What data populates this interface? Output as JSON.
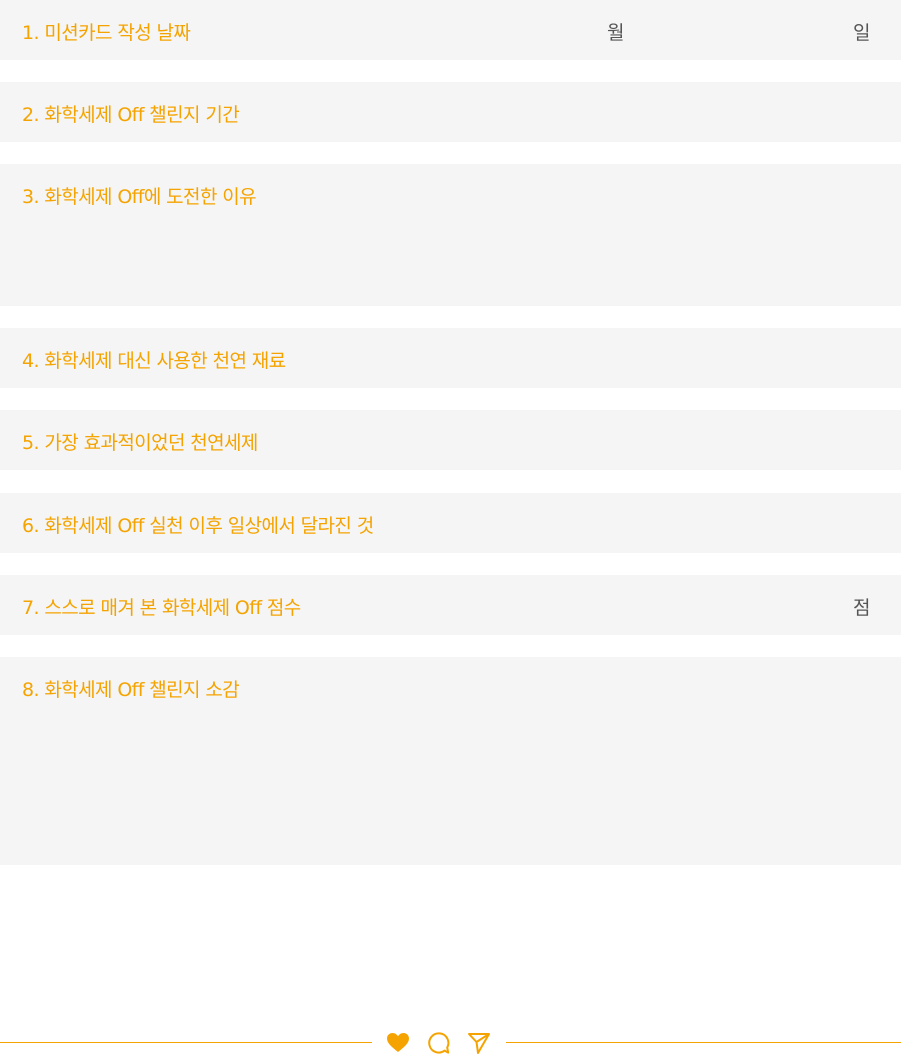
{
  "colors": {
    "accent": "#f5a300",
    "card_bg": "#f4f5f4",
    "unit_text": "#555555"
  },
  "questions": [
    {
      "label": "1. 미션카드 작성 날짜",
      "units": [
        "월",
        "일"
      ]
    },
    {
      "label": "2. 화학세제  Off 챌린지 기간"
    },
    {
      "label": "3. 화학세제  Off에 도전한 이유"
    },
    {
      "label": "4. 화학세제 대신 사용한 천연 재료"
    },
    {
      "label": "5. 가장 효과적이었던 천연세제"
    },
    {
      "label": "6. 화학세제 Off 실천 이후 일상에서 달라진 것"
    },
    {
      "label": "7. 스스로 매겨 본 화학세제  Off 점수",
      "units": [
        "점"
      ]
    },
    {
      "label": "8. 화학세제 Off 챌린지 소감"
    }
  ],
  "footer": {
    "icons": [
      "heart-icon",
      "comment-icon",
      "send-icon"
    ]
  }
}
